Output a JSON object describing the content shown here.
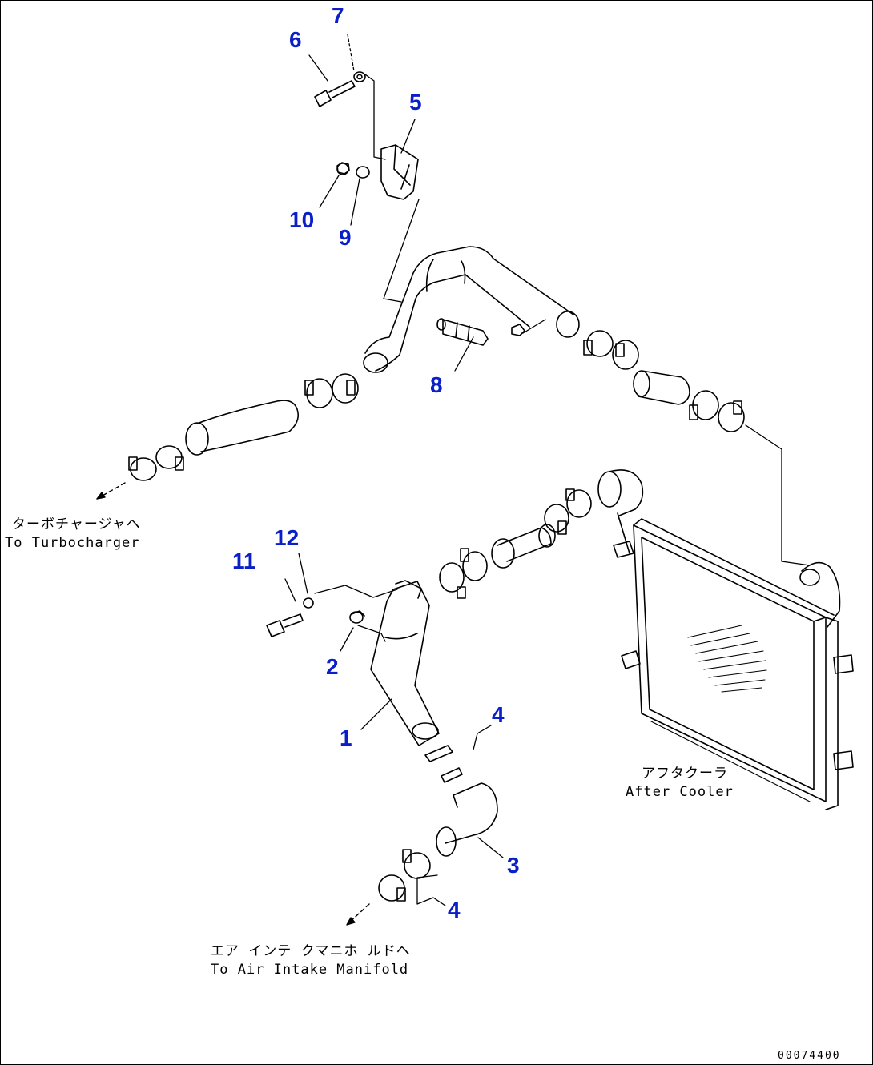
{
  "callouts": {
    "c1": "1",
    "c2": "2",
    "c3": "3",
    "c4a": "4",
    "c4b": "4",
    "c5": "5",
    "c6": "6",
    "c7": "7",
    "c8": "8",
    "c9": "9",
    "c10": "10",
    "c11": "11",
    "c12": "12"
  },
  "labels": {
    "turbo_jp": "ターボチャージャヘ",
    "turbo_en": "To Turbocharger",
    "aftercooler_jp": "アフタクーラ",
    "aftercooler_en": "After Cooler",
    "intake_jp": "エア インテ クマニホ ルドヘ",
    "intake_en": "To Air Intake Manifold"
  },
  "doc_number": "00074400",
  "colors": {
    "callout": "#0a1fc8",
    "line": "#000000"
  }
}
